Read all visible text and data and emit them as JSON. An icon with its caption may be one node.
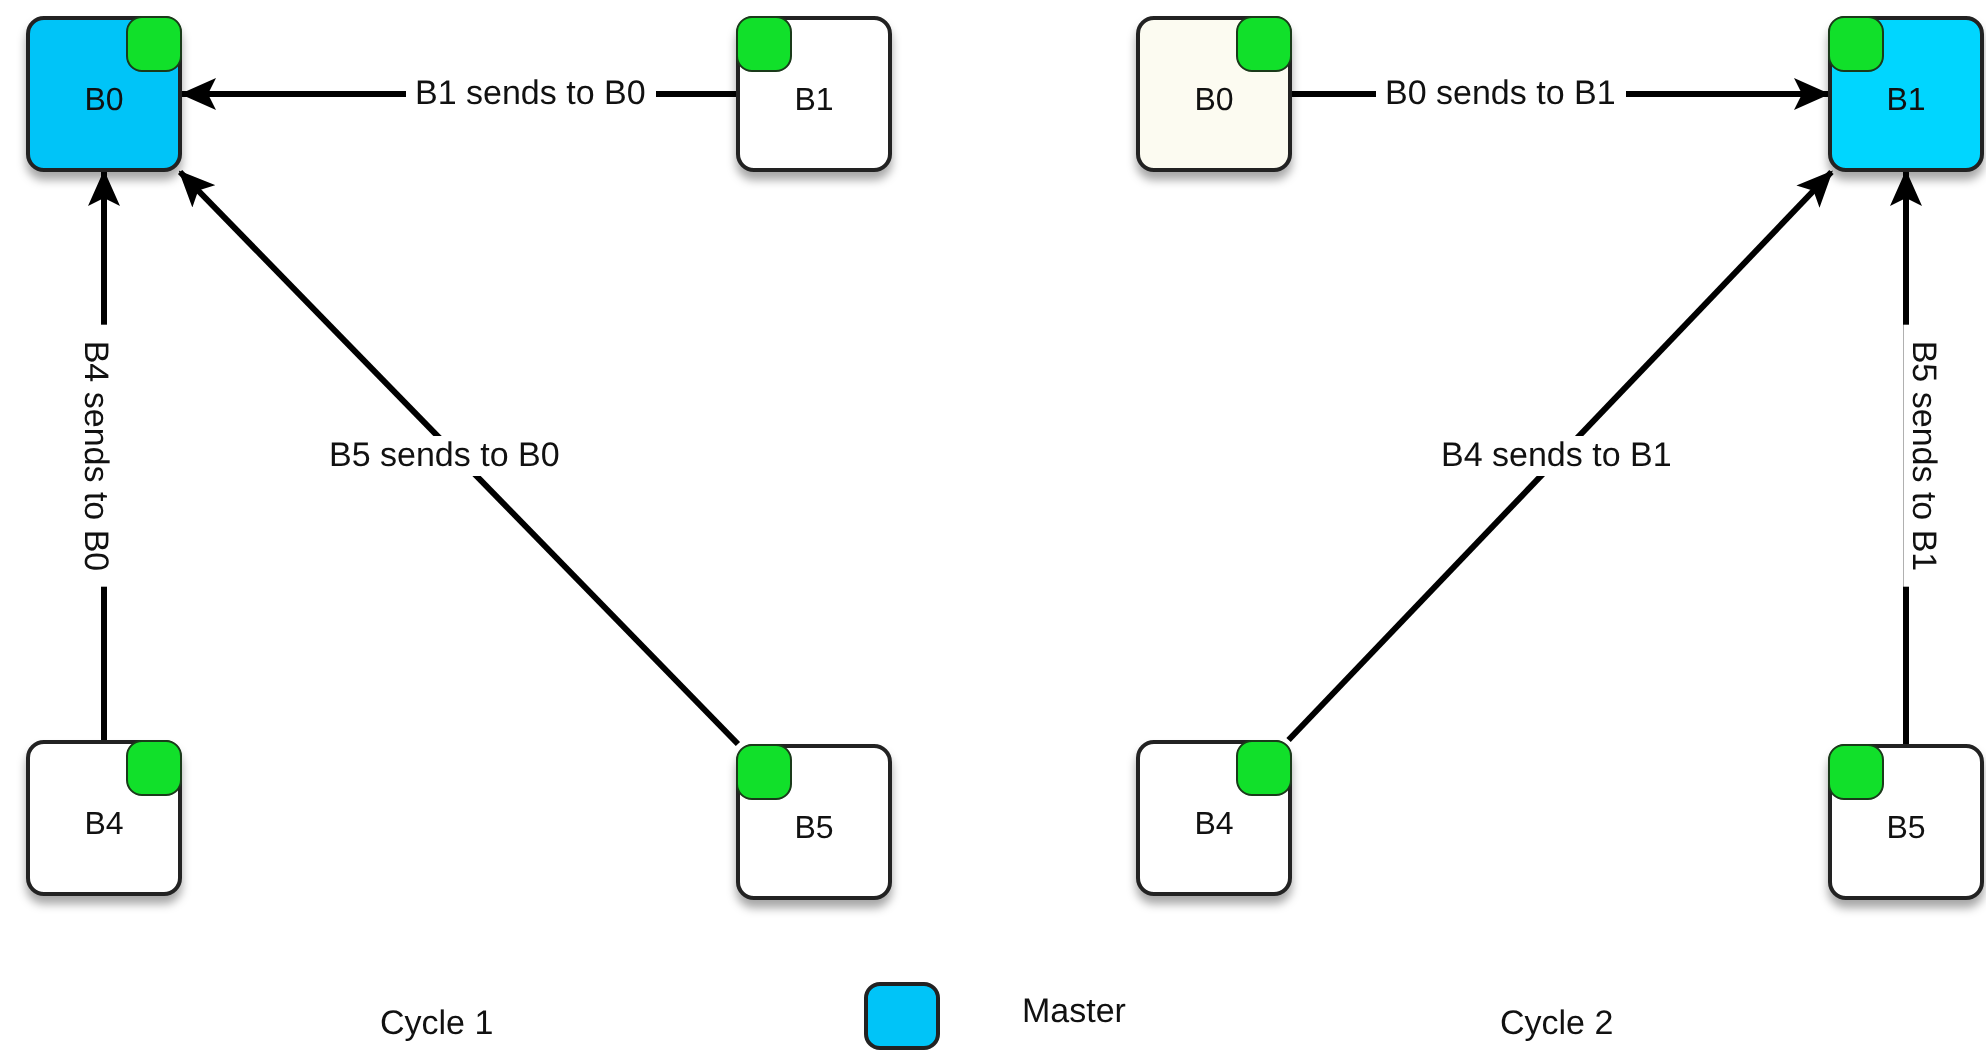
{
  "diagram": {
    "nodes": [
      {
        "text": [
          "B0"
        ]
      },
      {
        "text": [
          "B1"
        ]
      },
      {
        "text": [
          "B0"
        ]
      },
      {
        "text": [
          "B1"
        ]
      },
      {
        "text": [
          "B4"
        ]
      },
      {
        "text": [
          "B5"
        ]
      },
      {
        "text": [
          "B4"
        ]
      },
      {
        "text": [
          "B5"
        ]
      }
    ],
    "edges": [
      {
        "from": 1,
        "to": 0,
        "arrow": "to",
        "label": "B1 sends to B0"
      },
      {
        "from": 4,
        "to": 0,
        "arrow": "to",
        "label": "B4 sends to B0"
      },
      {
        "from": 5,
        "to": 0,
        "arrow": "to",
        "label": "B5 sends to B0"
      },
      {
        "from": 2,
        "to": 3,
        "arrow": "to",
        "label": "B0 sends to B1"
      },
      {
        "from": 6,
        "to": 3,
        "arrow": "to",
        "label": "B4 sends to B1"
      },
      {
        "from": 7,
        "to": 3,
        "arrow": "to",
        "label": "B5 sends to B1"
      }
    ],
    "labels": [
      "Cycle 1",
      "Cycle 2"
    ],
    "legend": [
      {
        "text": "Master",
        "color": "#00c4f8"
      }
    ]
  }
}
